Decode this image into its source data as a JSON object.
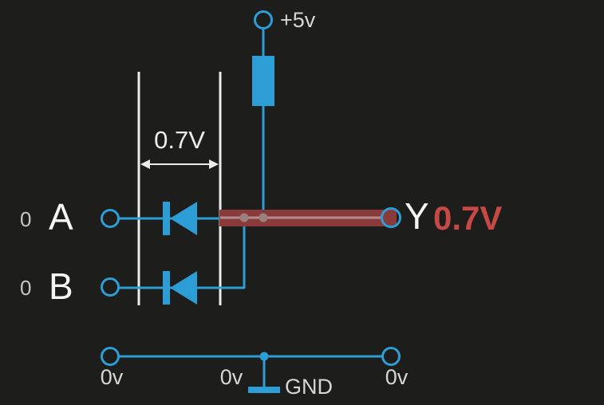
{
  "colors": {
    "background": "#1d1d1b",
    "wire_blue": "#2d9dd6",
    "white": "#ebebe9",
    "highlight_red": "#8a3a3a",
    "probe_line": "#b38d8d",
    "junction_dot": "#9b8080",
    "value_red": "#c74946"
  },
  "power": {
    "label": "+5v"
  },
  "measurement": {
    "label": "0.7V"
  },
  "inputs": [
    {
      "label": "A",
      "value": "0"
    },
    {
      "label": "B",
      "value": "0"
    }
  ],
  "output": {
    "label": "Y",
    "value": "0.7V"
  },
  "ground": {
    "label": "GND",
    "node_labels": [
      "0v",
      "0v",
      "0v"
    ]
  }
}
